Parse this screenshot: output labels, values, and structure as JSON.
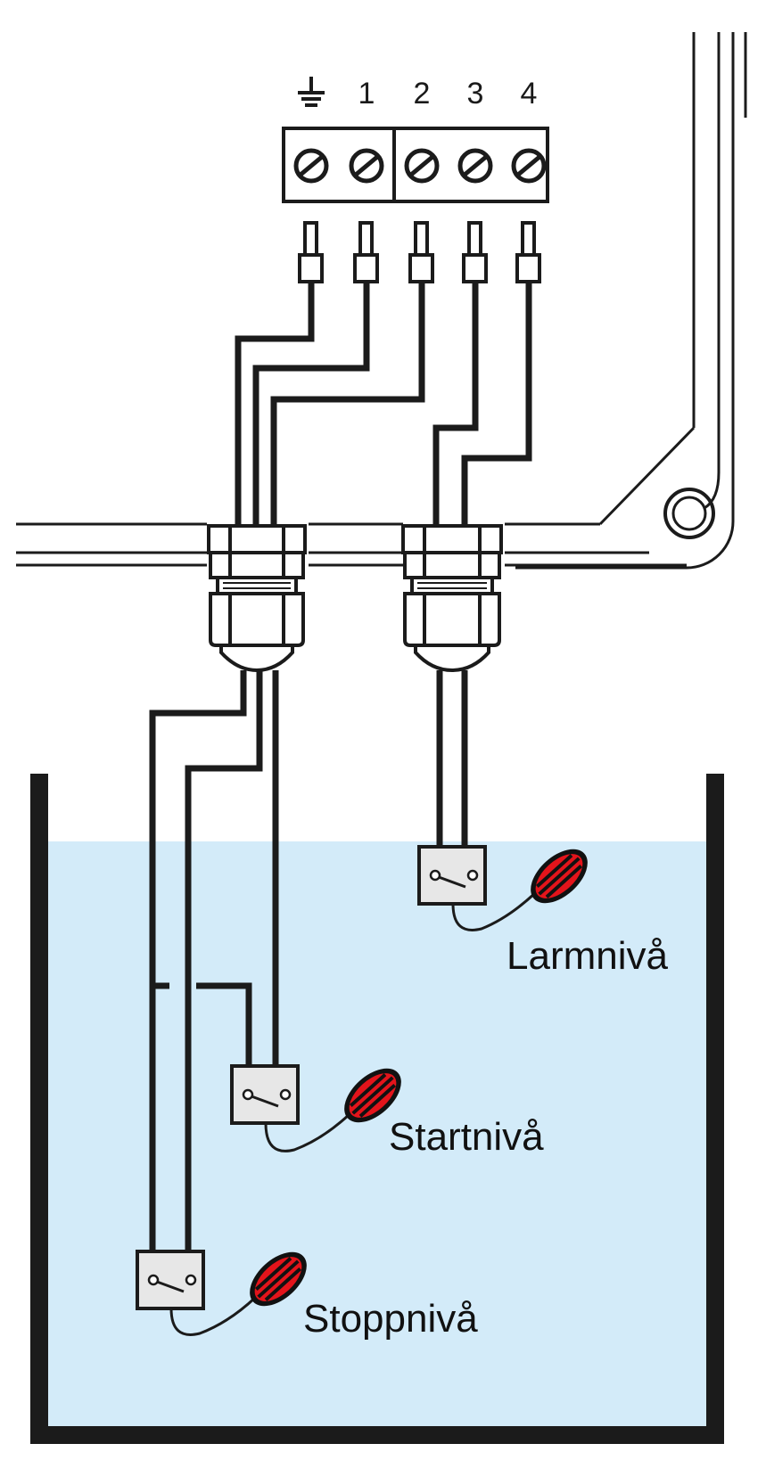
{
  "colors": {
    "water": "#d3ebf9",
    "wire": "#1b1b1b",
    "float_red": "#e3141b",
    "float_black": "#111111",
    "switch_box": "#e7e7e7",
    "tank_wall": "#1b1b1b"
  },
  "terminal_block": {
    "ground_symbol": "earth-ground",
    "labels": [
      "1",
      "2",
      "3",
      "4"
    ]
  },
  "floats": [
    {
      "label": "Larmnivå"
    },
    {
      "label": "Startnivå"
    },
    {
      "label": "Stoppnivå"
    }
  ]
}
